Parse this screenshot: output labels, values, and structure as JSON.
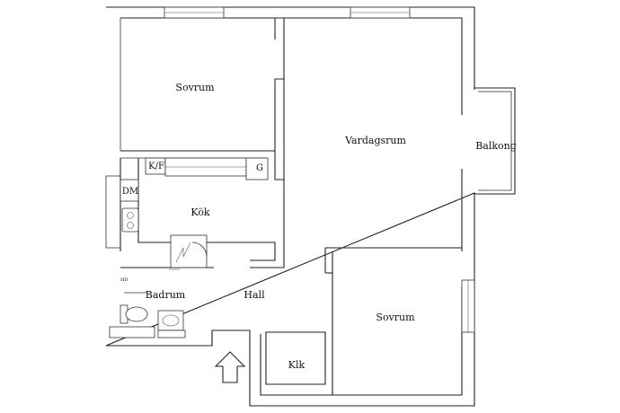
{
  "plan": {
    "rooms": {
      "sovrum_top": "Sovrum",
      "vardagsrum": "Vardagsrum",
      "balkong": "Balkong",
      "kf": "K/F",
      "g": "G",
      "dm": "DM",
      "kok": "Kök",
      "hd": "HD",
      "badrum": "Badrum",
      "hall": "Hall",
      "sovrum_bottom": "Sovrum",
      "klk": "Klk"
    }
  }
}
